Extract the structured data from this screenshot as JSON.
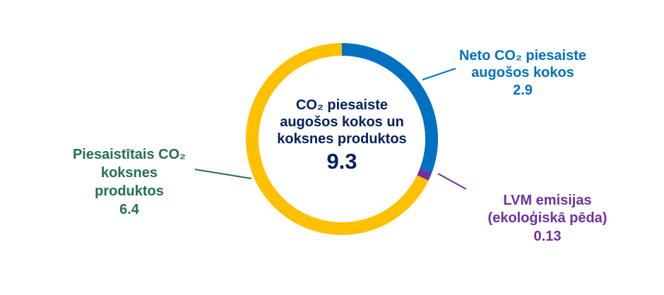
{
  "chart_data": {
    "type": "pie",
    "variant": "donut",
    "direction": "clockwise",
    "start": "top",
    "legend": "none",
    "center_label_lines": [
      "CO₂ piesaiste",
      "augošos kokos un",
      "koksnes produktos"
    ],
    "center_value": 9.3,
    "center_color": "#002060",
    "slices": [
      {
        "label_lines": [
          "Neto CO₂ piesaiste",
          "augošos kokos"
        ],
        "value": 2.9,
        "color": "#0070C0",
        "label_color": "#0070C0"
      },
      {
        "label_lines": [
          "LVM emisijas",
          "(ekoloģiskā pēda)"
        ],
        "value": 0.13,
        "color": "#7030A0",
        "label_color": "#7030A0"
      },
      {
        "label_lines": [
          "Piesaistītais CO₂",
          "koksnes",
          "produktos"
        ],
        "value": 6.4,
        "color": "#FFC000",
        "label_color": "#23704F"
      }
    ]
  }
}
